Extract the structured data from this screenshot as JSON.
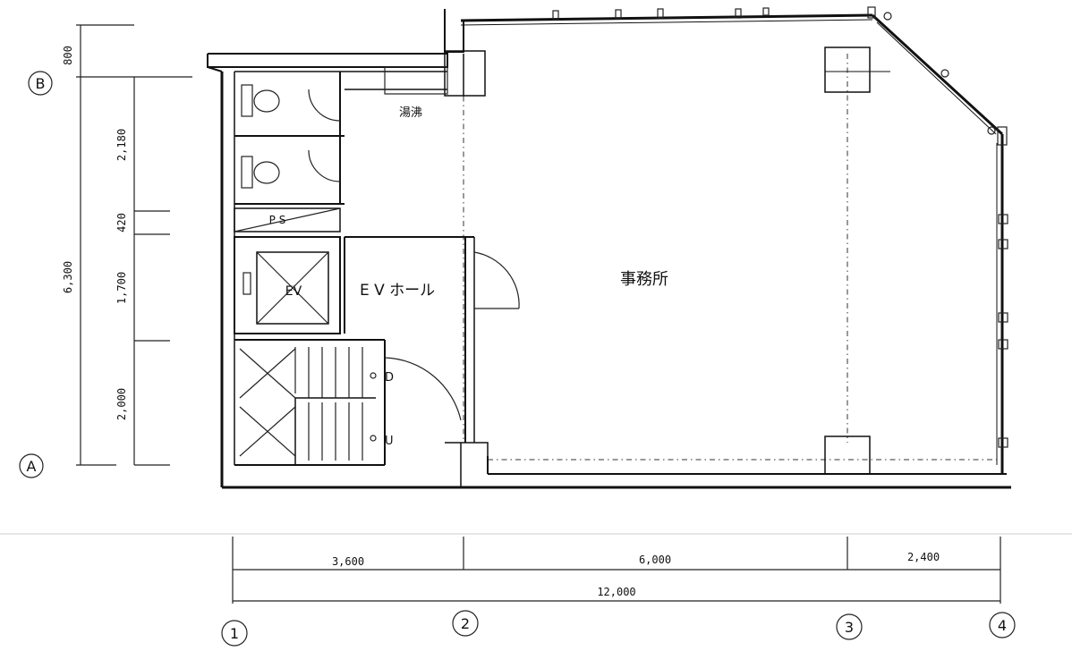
{
  "grid": {
    "rows": [
      "B",
      "A"
    ],
    "columns": [
      "1",
      "2",
      "3",
      "4"
    ]
  },
  "dimensions": {
    "vertical_left": [
      "800",
      "6,300"
    ],
    "vertical_right": [
      "2,180",
      "420",
      "1,700",
      "2,000"
    ],
    "horizontal_top": [
      "3,600",
      "6,000",
      "2,400"
    ],
    "horizontal_total": "12,000"
  },
  "rooms": {
    "office": "事務所",
    "ev_hall": "E V ホール",
    "ev": "EV",
    "kitchenette": "湯沸",
    "ps": "P S",
    "stair_down": "D",
    "stair_up": "U"
  }
}
